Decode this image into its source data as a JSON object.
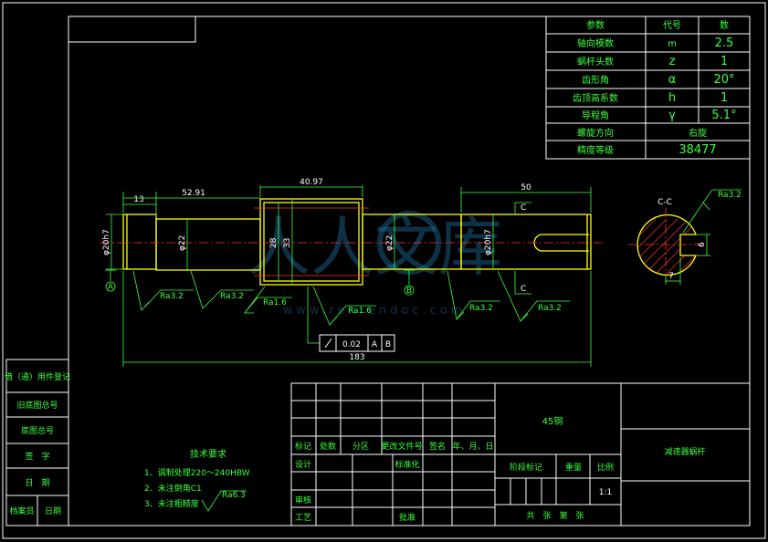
{
  "param_table": {
    "headers": {
      "param": "参数",
      "code": "代号",
      "value": "数"
    },
    "rows": [
      {
        "name": "轴向模数",
        "code": "m",
        "value": "2.5"
      },
      {
        "name": "蜗杆头数",
        "code": "z",
        "value": "1"
      },
      {
        "name": "齿形角",
        "code": "α",
        "value": "20°"
      },
      {
        "name": "齿顶高系数",
        "code": "h",
        "value": "1"
      },
      {
        "name": "导程角",
        "code": "γ",
        "value": "5.1°"
      },
      {
        "name": "螺旋方向",
        "code": "",
        "value": "右旋"
      },
      {
        "name": "精度等级",
        "code": "",
        "value": "38477"
      }
    ]
  },
  "dims": {
    "d13": "13",
    "d5291": "52.91",
    "d4097": "40.97",
    "d50": "50",
    "d183": "183",
    "phi20a": "φ20h7",
    "phi22a": "φ22",
    "d28": "28",
    "d33": "33",
    "phi22b": "φ22",
    "phi20b": "φ20h7",
    "sec_c1": "C",
    "sec_c2": "C",
    "sec_title": "C-C",
    "sec_7": "7",
    "sec_6": "6"
  },
  "roughness": {
    "r1": "Ra3.2",
    "r2": "Ra3.2",
    "r3": "Ra1.6",
    "r4": "Ra1.6",
    "r5": "Ra3.2",
    "r6": "Ra3.2",
    "r7": "Ra3.2"
  },
  "datum": {
    "a": "A",
    "b": "B"
  },
  "tolerance": {
    "value": "0.02",
    "d1": "A",
    "d2": "B"
  },
  "left_strip": [
    "借（通）用件登记",
    "旧底图总号",
    "底图总号",
    "签　字",
    "日　期",
    "档案员",
    "日期"
  ],
  "tech_req": {
    "title": "技术要求",
    "items": [
      "1、调制处理220～240HBW",
      "2、未注倒角C1",
      "3、未注粗糙度"
    ],
    "ra": "Ra6.3"
  },
  "title_block": {
    "material": "45钢",
    "part_name": "减速器蜗杆",
    "rev_headers": [
      "标记",
      "处数",
      "分区",
      "更改文件号",
      "签名",
      "年、月、日"
    ],
    "design": "设计",
    "standardize": "标准化",
    "review": "审核",
    "process": "工艺",
    "approve": "批准",
    "stage_mark": "阶段标记",
    "weight": "重量",
    "scale_label": "比例",
    "scale_value": "1:1",
    "sheets": "共　张　第　张"
  },
  "watermark": {
    "brand": "人人文库",
    "url": "www.renrendoc.com"
  }
}
